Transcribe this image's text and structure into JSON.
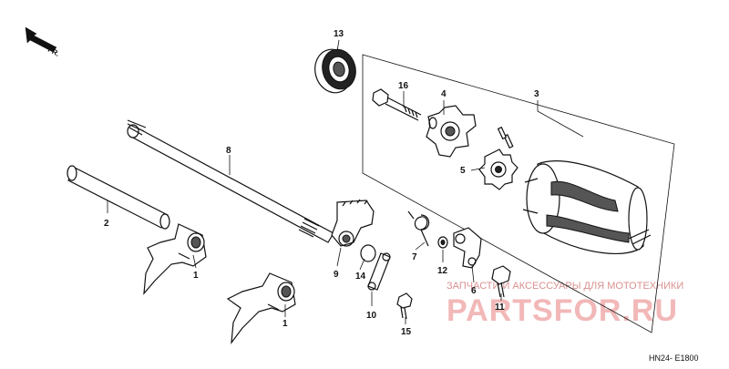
{
  "diagram": {
    "orientation_label": "FR.",
    "diagram_code": "HN24- E1800",
    "watermark": {
      "tagline": "ЗАПЧАСТИ И АКСЕССУАРЫ ДЛЯ МОТОТЕХНИКИ",
      "brand": "PARTSFOR.RU"
    },
    "callouts": {
      "c1a": "1",
      "c1b": "1",
      "c2": "2",
      "c3": "3",
      "c4": "4",
      "c5": "5",
      "c6": "6",
      "c7": "7",
      "c8": "8",
      "c9": "9",
      "c10": "10",
      "c11": "11",
      "c12": "12",
      "c13": "13",
      "c14": "14",
      "c15": "15",
      "c16": "16"
    }
  }
}
